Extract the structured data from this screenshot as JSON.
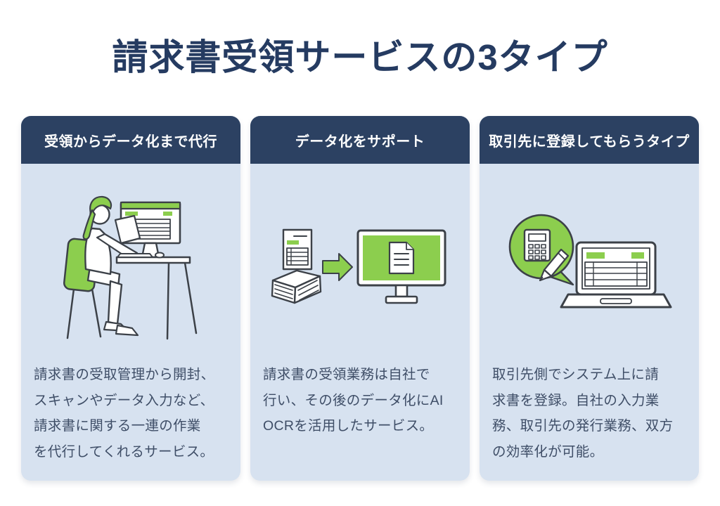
{
  "page": {
    "title": "請求書受領サービスの3タイプ",
    "background": "#ffffff"
  },
  "colors": {
    "title_navy": "#253b61",
    "header_navy": "#2c4162",
    "card_background": "#d7e2f0",
    "accent_green": "#8cce4e",
    "body_text": "#3f4e67",
    "outline_ink": "#3c4148"
  },
  "cards": [
    {
      "header": "受領からデータ化まで代行",
      "illustration": "woman-working-at-desk-with-monitor",
      "body": "請求書の受取管理から開封、\nスキャンやデータ入力など、\n請求書に関する一連の作業\nを代行してくれるサービス。"
    },
    {
      "header": "データ化をサポート",
      "illustration": "documents-arrow-to-monitor",
      "body": "請求書の受領業務は自社で\n行い、その後のデータ化にAI\nOCRを活用したサービス。"
    },
    {
      "header": "取引先に登録してもらうタイプ",
      "illustration": "calculator-speech-bubble-and-laptop",
      "body": "取引先側でシステム上に請\n求書を登録。自社の入力業\n務、取引先の発行業務、双方\nの効率化が可能。"
    }
  ]
}
